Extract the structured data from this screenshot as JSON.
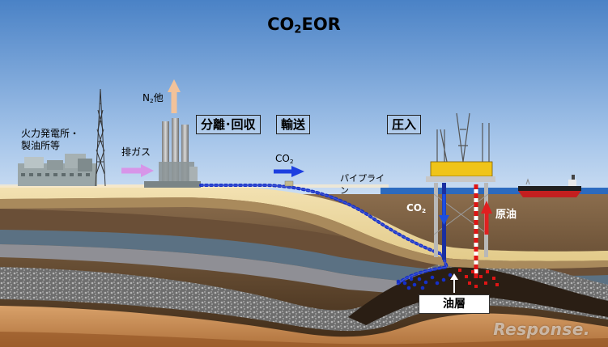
{
  "title_main": "CO",
  "title_sub": "2",
  "title_tail": "EOR",
  "labels": {
    "power_plant": "火力発電所・\n製油所等",
    "exhaust": "排ガス",
    "n2_main": "N",
    "n2_sub": "2",
    "n2_tail": "他",
    "separation": "分離･回収",
    "transport": "輸送",
    "injection": "圧入",
    "co2_main": "CO",
    "co2_sub": "2",
    "pipeline": "パイプライ\nン",
    "crude_oil": "原油",
    "oil_layer": "油層",
    "watermark": "Response."
  },
  "colors": {
    "sky_top": "#4f86c8",
    "sky_bottom": "#b9d2ee",
    "sea": "#2a63b6",
    "pipe": "#1530c8",
    "oil_dots": "#e01515",
    "up_arrow": "#e02020",
    "exhaust_arrow": "#d795e8",
    "n2_arrow": "#f2c29a"
  },
  "icons": [
    "pump-jack-icon",
    "oil-rig-icon",
    "tanker-ship-icon",
    "chimney-icon",
    "factory-icon"
  ]
}
